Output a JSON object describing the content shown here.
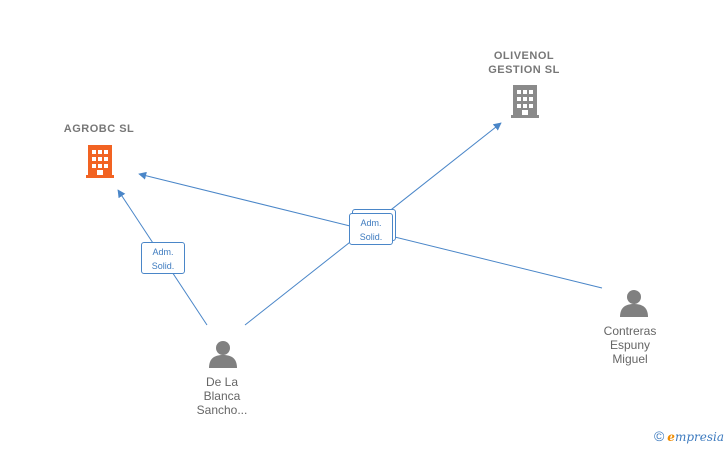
{
  "colors": {
    "edge": "#4a86c8",
    "company_focus": "#f26322",
    "company": "#8a8a8a",
    "person": "#808080"
  },
  "nodes": {
    "agrobc": {
      "label": "AGROBC  SL",
      "icon": "building-icon"
    },
    "olivenol": {
      "label": "OLIVENOL\nGESTION  SL",
      "icon": "building-icon"
    },
    "delablanca": {
      "label": "De La\nBlanca\nSancho...",
      "icon": "person-icon"
    },
    "contreras": {
      "label": "Contreras\nEspuny\nMiguel",
      "icon": "person-icon"
    }
  },
  "edges": {
    "e1": {
      "label": "Adm.\nSolid."
    },
    "e2": {
      "label": "Adm.\nSolid."
    }
  },
  "watermark": {
    "copyright": "©",
    "brand_e": "e",
    "brand_rest": "mpresia"
  }
}
